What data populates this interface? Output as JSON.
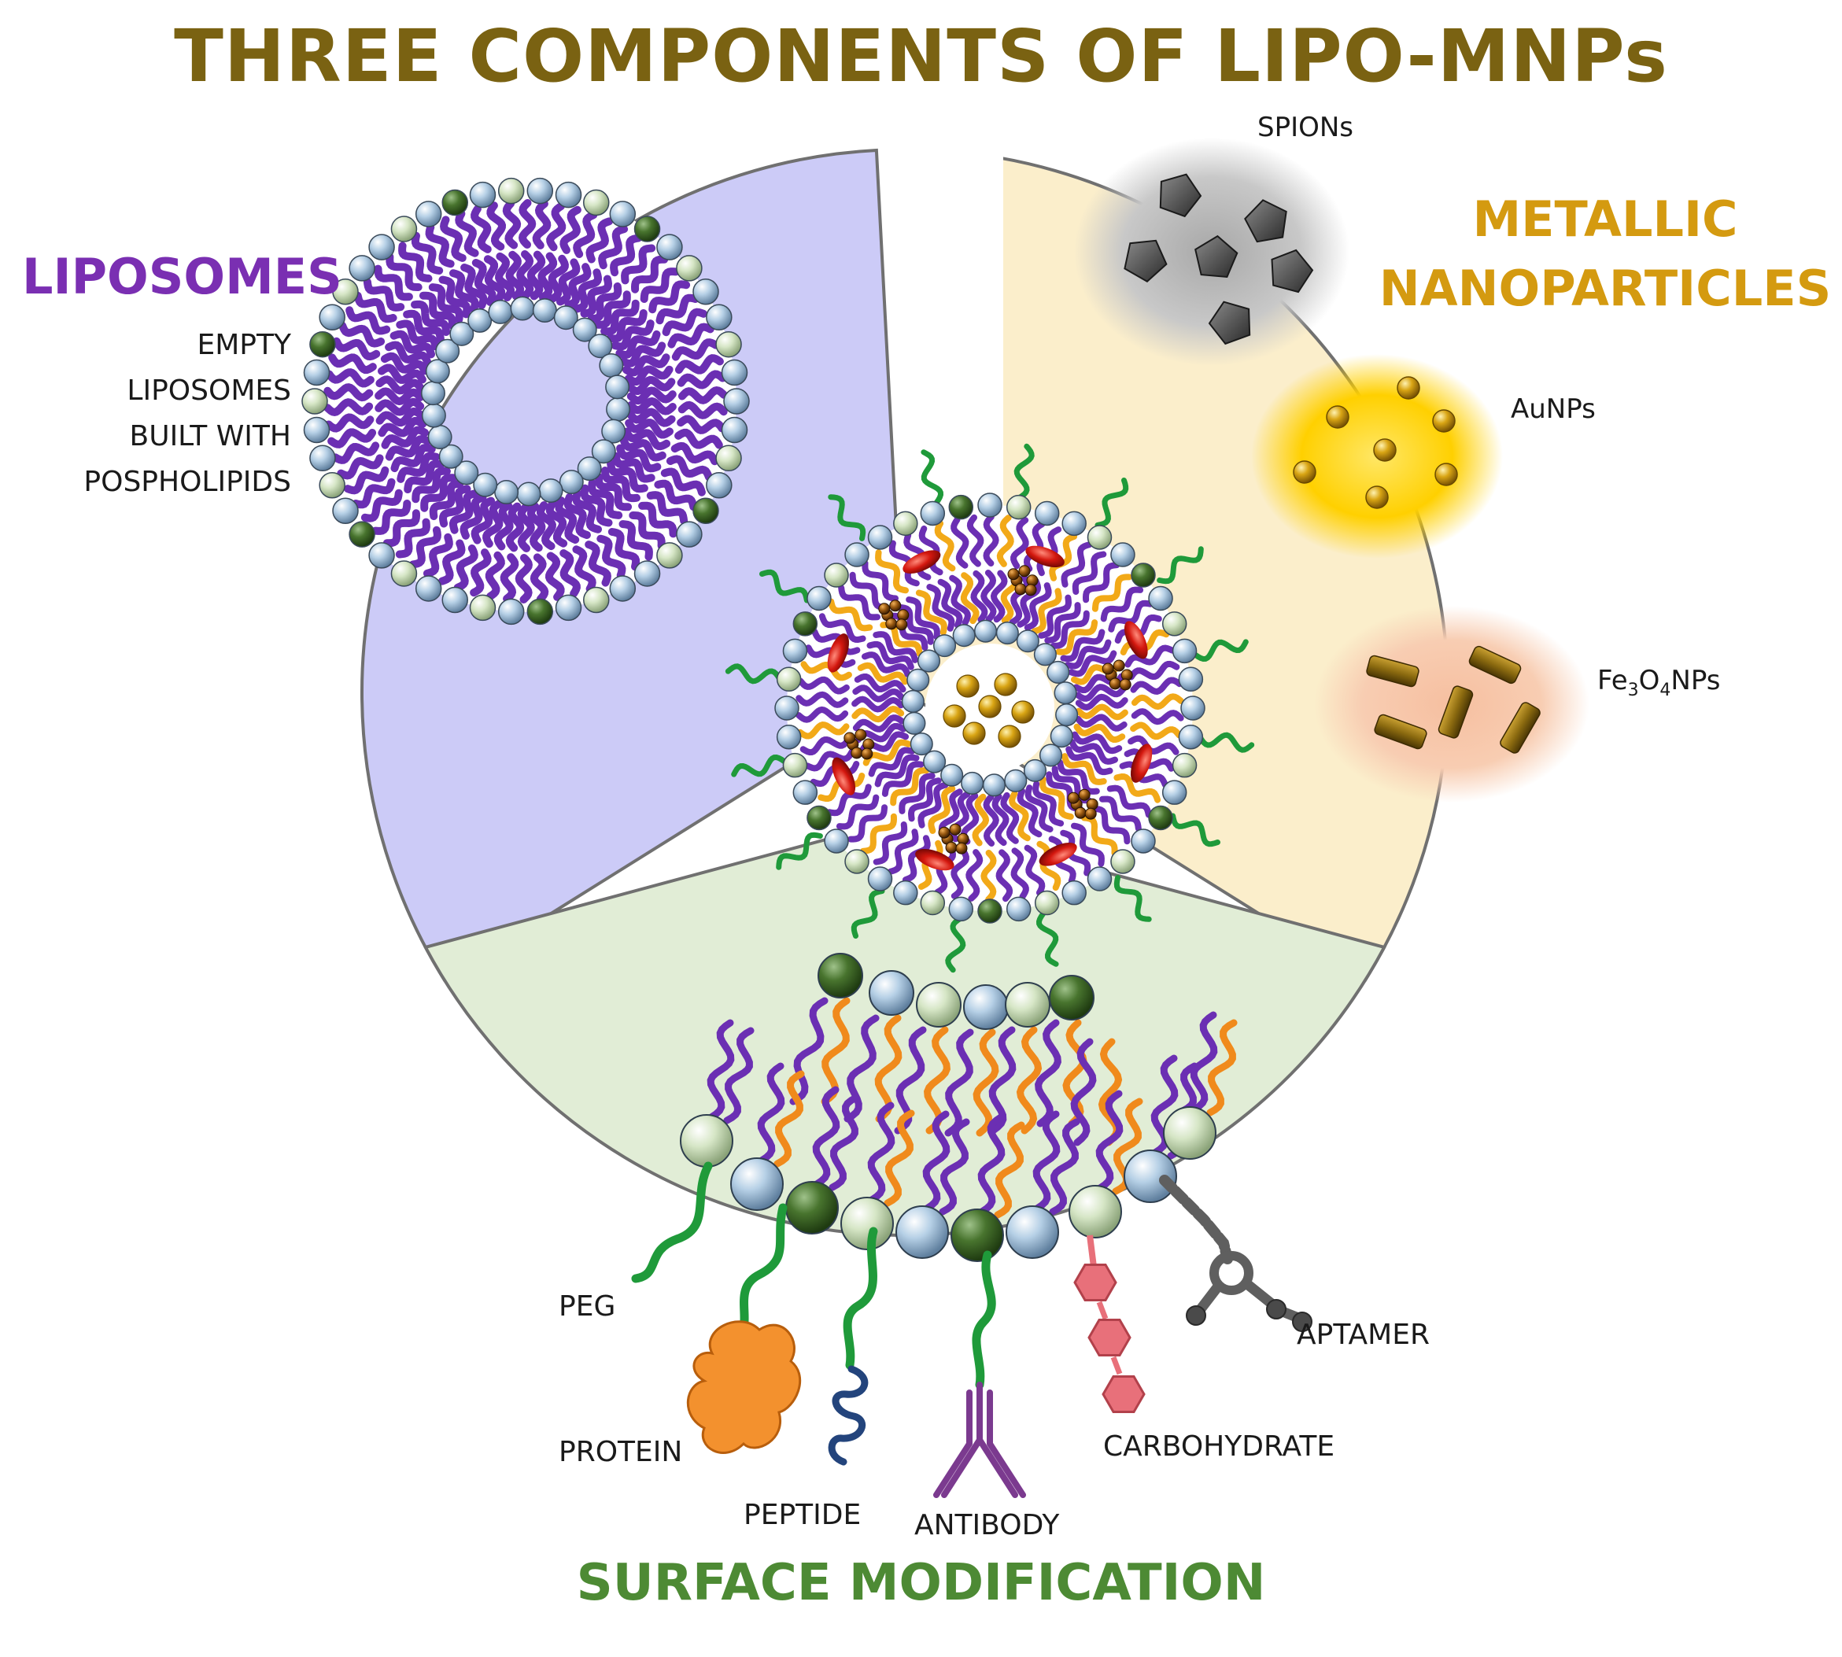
{
  "title": "THREE COMPONENTS OF LIPO-MNPs",
  "sections": {
    "liposomes": {
      "heading": "LIPOSOMES",
      "description_lines": [
        "EMPTY",
        "LIPOSOMES",
        "BUILT WITH",
        "POSPHOLIPIDS"
      ]
    },
    "metallic": {
      "heading_lines": [
        "METALLIC",
        "NANOPARTICLES"
      ],
      "labels": {
        "spions": "SPIONs",
        "aunps": "AuNPs",
        "fe_prefix": "Fe",
        "fe_sub1": "3",
        "fe_mid": "O",
        "fe_sub2": "4",
        "fe_suffix": "NPs"
      }
    },
    "surface": {
      "heading": "SURFACE MODIFICATION",
      "labels": {
        "peg": "PEG",
        "protein": "PROTEIN",
        "peptide": "PEPTIDE",
        "antibody": "ANTIBODY",
        "carbohydrate": "CARBOHYDRATE",
        "aptamer": "APTAMER"
      }
    }
  },
  "colors": {
    "title": "#7a6212",
    "liposomes": "#7a2fb2",
    "metallic": "#d49a10",
    "surface": "#4d8a34",
    "liposome_sector": "#cccbf7",
    "metallic_sector": "#fbeecb",
    "surface_sector": "#e1edd6",
    "lipid_tail": "#6b2fb3",
    "head_blue": "#a9c7de",
    "head_light_green": "#cfe0c0",
    "head_dark_green": "#3e6a24",
    "peg_green": "#1f9a3a",
    "gold": "#d9a514",
    "spion_glow": "#bdbdbd",
    "au_glow": "#ffd21a",
    "fe_glow": "#f5c4a8",
    "fe_rod": "#8c6b10",
    "drug_red": "#d4180f",
    "orange_tail": "#f08a1c",
    "protein": "#f3912e",
    "peptide": "#23447c",
    "antibody": "#7b3a8f",
    "carbohydrate": "#e8707a",
    "aptamer": "#5f5f5f"
  }
}
